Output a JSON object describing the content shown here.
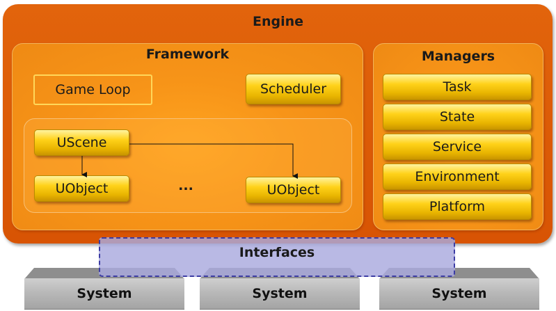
{
  "engine": {
    "title": "Engine"
  },
  "framework": {
    "title": "Framework",
    "game_loop": "Game Loop",
    "scheduler": "Scheduler",
    "uscene": "UScene",
    "uobject_left": "UObject",
    "ellipsis": "...",
    "uobject_right": "UObject"
  },
  "managers": {
    "title": "Managers",
    "items": [
      "Task",
      "State",
      "Service",
      "Environment",
      "Platform"
    ]
  },
  "interfaces": {
    "label": "Interfaces"
  },
  "systems": [
    "System",
    "System",
    "System"
  ],
  "colors": {
    "engine": "#db5a06",
    "panel": "#f79418",
    "gold": "#ffd21a",
    "interfaces": "#aaaade",
    "interfaces_border": "#3c3ca4",
    "system": "#b9b9b9"
  }
}
